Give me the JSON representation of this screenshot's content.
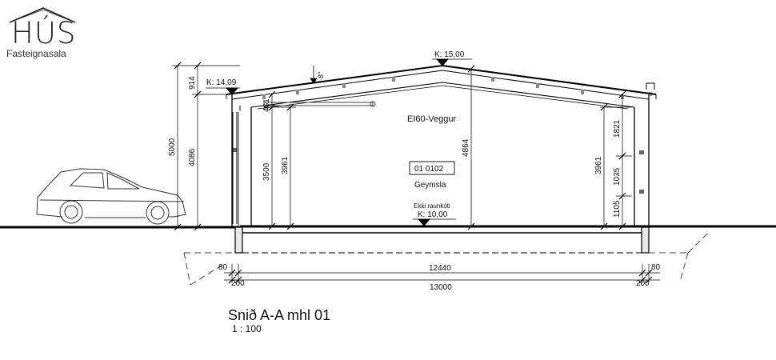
{
  "logo": {
    "name": "HÚS",
    "tagline": "Fasteignasala"
  },
  "drawing": {
    "title": "Snið A-A mhl 01",
    "scale": "1 : 100",
    "wall_label": "EI60-Veggur",
    "room_number": "01 0102",
    "room_name": "Geymsla",
    "slab_note": "Ekki raunkóti",
    "roof_angle": "8°",
    "elevations": {
      "ridge": "K: 15,00",
      "eave_left": "K: 14,09",
      "floor": "K: 10,00"
    },
    "dims": {
      "total_height": "5000",
      "roof_rise": "914",
      "eave_height": "4086",
      "d461": "461",
      "d3500": "3500",
      "d3961_left": "3961",
      "ridge_height": "4864",
      "d3961_right": "3961",
      "d1821": "1821",
      "d1035": "1035",
      "d1105": "1105",
      "d80_left": "80",
      "d80_right": "80",
      "inner_width": "12440",
      "d200_left": "200",
      "d200_right": "200",
      "total_width": "13000"
    }
  }
}
